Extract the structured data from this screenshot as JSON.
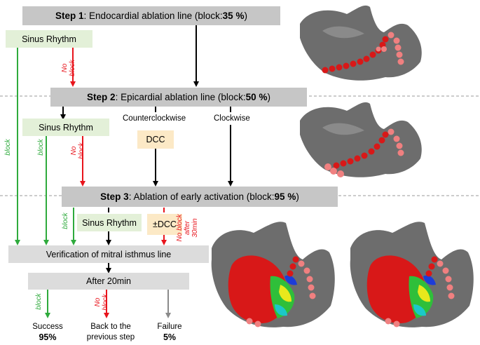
{
  "step1": {
    "title": "Step 1",
    "text": ": Endocardial ablation line (block: ",
    "value": "35 %",
    "close": ")"
  },
  "step2": {
    "title": "Step 2",
    "text": ": Epicardial ablation line (block: ",
    "value": "50 %",
    "close": ")"
  },
  "step3": {
    "title": "Step 3",
    "text": ": Ablation of early activation (block: ",
    "value": "95 %",
    "close": ")"
  },
  "sinus_rhythm": "Sinus Rhythm",
  "counterclockwise": "Counterclockwise",
  "clockwise": "Clockwise",
  "dcc": "DCC",
  "pm_dcc": "±DCC",
  "verification": "Verification of mitral isthmus line",
  "after": "After 20min",
  "labels": {
    "block": "block",
    "no": "No",
    "no_block_after_1": "No block",
    "no_block_after_2": "after",
    "no_block_after_3": "30min"
  },
  "outcomes": {
    "success": {
      "label": "Success",
      "value": "95%"
    },
    "back": {
      "line1": "Back to the",
      "line2": "previous step"
    },
    "failure": {
      "label": "Failure",
      "value": "5%"
    }
  },
  "colors": {
    "green": "#2eaa3c",
    "red": "#e8141c",
    "grey_arrow": "#8a8a8a",
    "box_grey": "#c6c6c6",
    "box_green": "#e3f0d8",
    "box_peach": "#fce9c6"
  }
}
